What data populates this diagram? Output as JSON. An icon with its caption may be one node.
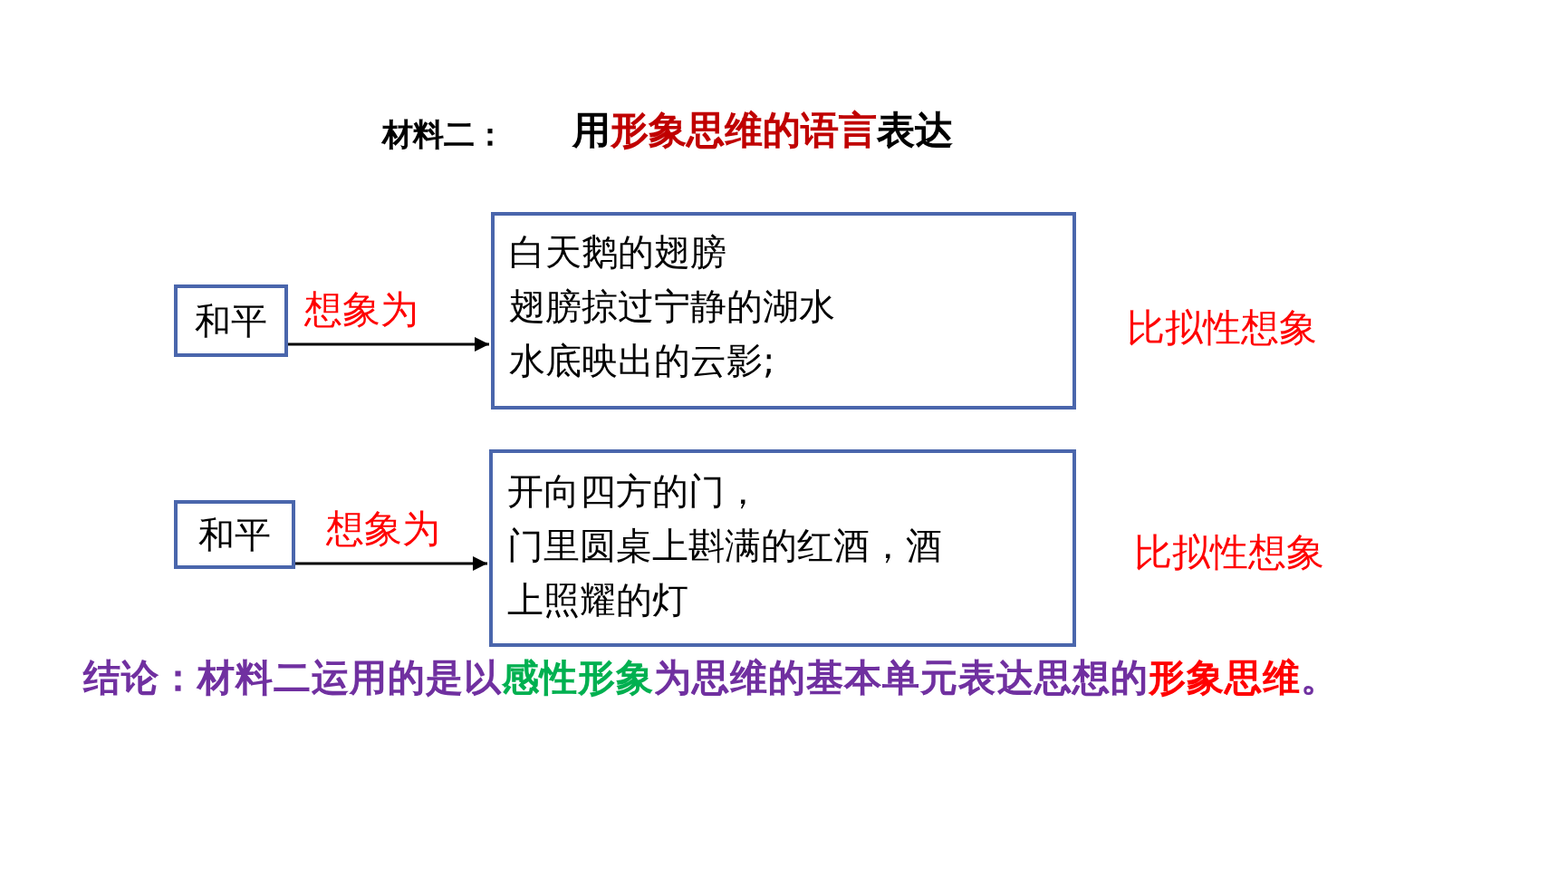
{
  "diagram": {
    "title": "用**形象思维的语言**表达",
    "caption": "结论：材料二运用的是以**感性形象**为思维的基本单元表达思想的**形象思维**。",
    "nodes": [
      {
        "text": [
          "和平"
        ]
      },
      {
        "text": [
          "白天鹅的翅膀",
          "翅膀掠过宁静的湖水",
          "水底映出的云影;"
        ],
        "beside": [
          "比拟性想象"
        ]
      },
      {
        "text": [
          "和平"
        ]
      },
      {
        "text": [
          "开向四方的门，",
          "门里圆桌上斟满的红酒，酒上照耀的灯"
        ],
        "beside": [
          "比拟性想象"
        ]
      }
    ],
    "edges": [
      {
        "from": 0,
        "to": 1,
        "arrow": "to",
        "label": "想象为"
      },
      {
        "from": 2,
        "to": 3,
        "arrow": "to",
        "label": "想象为"
      }
    ],
    "labels": [
      "材料二："
    ]
  }
}
